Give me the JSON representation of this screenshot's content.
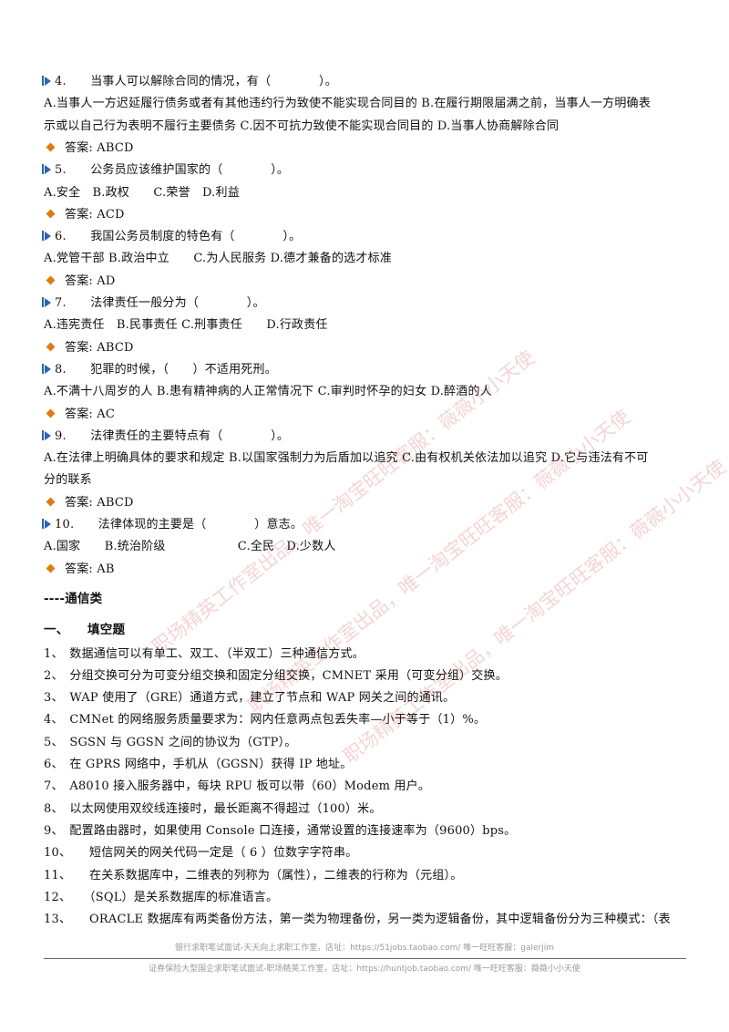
{
  "questions": [
    {
      "q": "4.　　当事人可以解除合同的情况，有（　　　　）。",
      "opts": [
        "A.当事人一方迟延履行债务或者有其他违约行为致使不能实现合同目的 B.在履行期限届满之前，当事人一方明确表",
        "示或以自己行为表明不履行主要债务 C.因不可抗力致使不能实现合同目的 D.当事人协商解除合同"
      ],
      "ans": "答案: ABCD"
    },
    {
      "q": "5.　　公务员应该维护国家的（　　　　）。",
      "opts": [
        "A.安全　B.政权　　C.荣誉　D.利益"
      ],
      "ans": "答案: ACD"
    },
    {
      "q": "6.　　我国公务员制度的特色有（　　　　）。",
      "opts": [
        "A.党管干部 B.政治中立　　C.为人民服务 D.德才兼备的选才标准"
      ],
      "ans": "答案: AD"
    },
    {
      "q": "7.　　法律责任一般分为（　　　　）。",
      "opts": [
        "A.违宪责任　B.民事责任 C.刑事责任　　D.行政责任"
      ],
      "ans": "答案: ABCD"
    },
    {
      "q": "8.　　犯罪的时候，（　　）不适用死刑。",
      "opts": [
        "A.不满十八周岁的人 B.患有精神病的人正常情况下 C.审判时怀孕的妇女 D.醉酒的人"
      ],
      "ans": "答案: AC"
    },
    {
      "q": "9.　　法律责任的主要特点有（　　　　）。",
      "opts": [
        "A.在法律上明确具体的要求和规定 B.以国家强制力为后盾加以追究 C.由有权机关依法加以追究 D.它与违法有不可",
        "分的联系"
      ],
      "ans": "答案: ABCD"
    },
    {
      "q": "10.　　法律体现的主要是（　　　　）意志。",
      "opts": [
        "A.国家　　B.统治阶级　　　　　　C.全民　D.少数人"
      ],
      "ans": "答案: AB"
    }
  ],
  "section_title": "----通信类",
  "subsection_title": "一、　　填空题",
  "fill_items": [
    "1、　数据通信可以有单工、双工、（半双工）三种通信方式。",
    "2、　分组交换可分为可变分组交换和固定分组交换，CMNET 采用（可变分组）交换。",
    "3、　WAP 使用了（GRE）通道方式，建立了节点和 WAP 网关之间的通讯。",
    "4、　CMNet 的网络服务质量要求为：网内任意两点包丢失率—小于等于（1）%。",
    "5、　SGSN 与 GGSN 之间的协议为（GTP）。",
    "6、　在 GPRS 网络中，手机从（GGSN）获得 IP 地址。",
    "7、　A8010 接入服务器中，每块 RPU 板可以带（60）Modem 用户。",
    "8、　以太网使用双绞线连接时，最长距离不得超过（100）米。",
    "9、　配置路由器时，如果使用 Console 口连接，通常设置的连接速率为（9600）bps。",
    "10、　　短信网关的网关代码一定是（ 6 ）位数字字符串。",
    "11、　　在关系数据库中，二维表的列称为（属性），二维表的行称为（元组）。",
    "12、　　（SQL）是关系数据库的标准语言。",
    "13、　　ORACLE 数据库有两类备份方法，第一类为物理备份，另一类为逻辑备份，其中逻辑备份分为三种模式：（表"
  ],
  "watermarks": [
    "职场精英工作室出品，唯一淘宝旺旺客服：薇薇小小天使",
    "职场精英工作室出品，唯一淘宝旺旺客服：薇薇小小天使",
    "职场精英工作室出品，唯一淘宝旺旺客服：薇薇小小天使"
  ],
  "footer": {
    "line1": "银行求职笔试面试-天天向上求职工作室，店址：https://51jobs.taobao.com/ 唯一旺旺客服：galerjim",
    "line2": "证券保险大型国企求职笔试面试-职场精英工作室，店址：https://huntjob.taobao.com/ 唯一旺旺客服：薇薇小小天使"
  }
}
